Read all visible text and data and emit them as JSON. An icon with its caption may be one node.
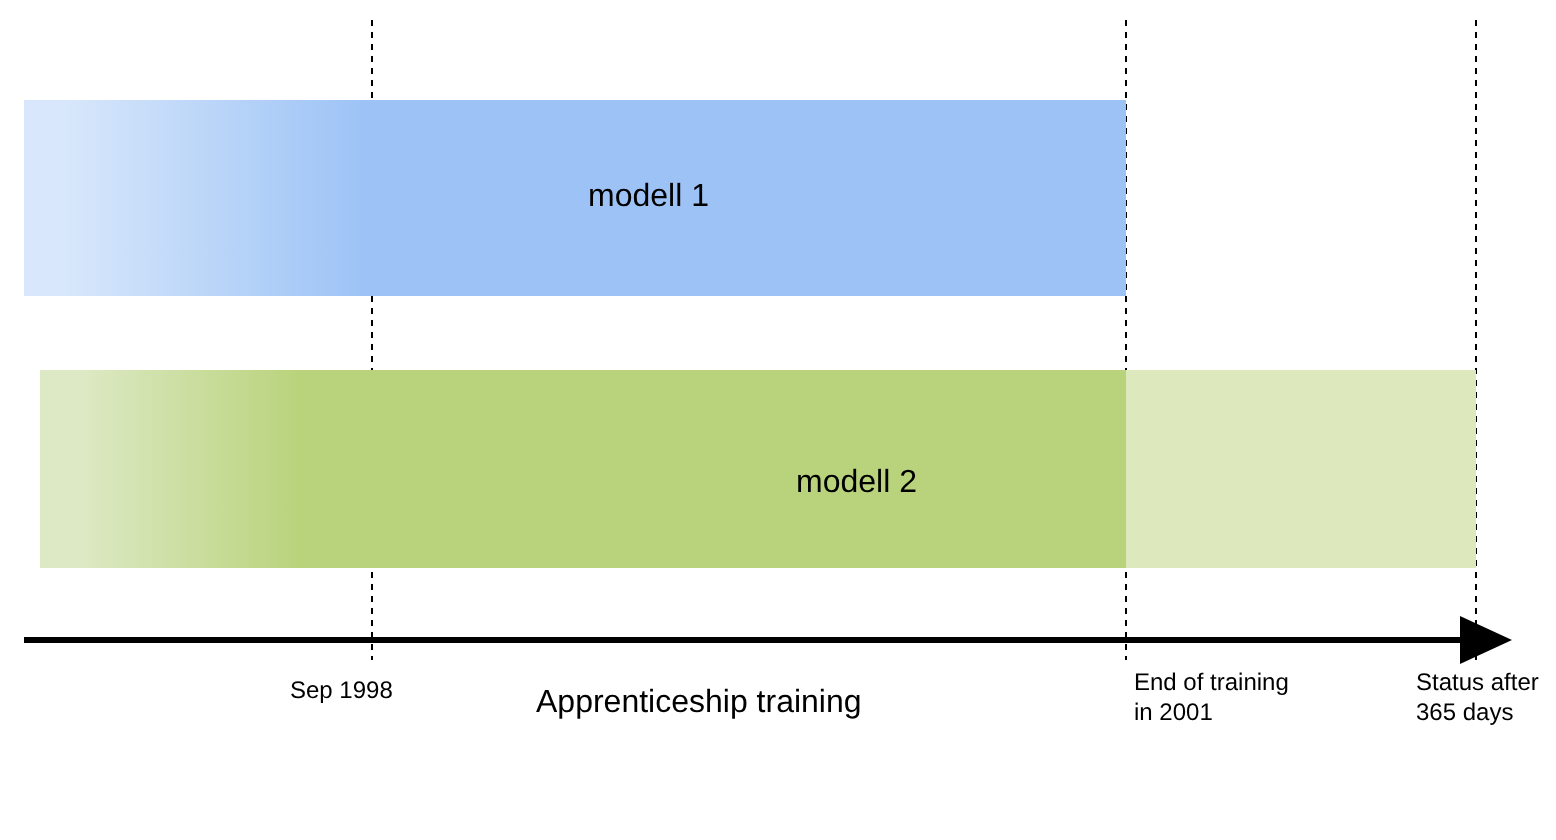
{
  "diagram": {
    "nodes": [
      {
        "text": [
          "modell 1"
        ]
      },
      {
        "text": [
          "modell 2"
        ]
      }
    ],
    "edges": [],
    "labels": [
      "Sep 1998",
      "Apprenticeship training",
      "End of training in 2001",
      "Status after 365 days"
    ]
  }
}
